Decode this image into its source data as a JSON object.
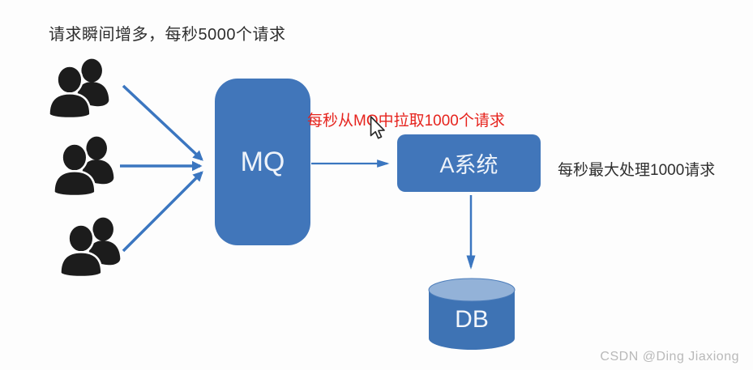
{
  "captions": {
    "top": "请求瞬间增多，每秒5000个请求",
    "pull_rate": "每秒从MQ中拉取1000个请求",
    "process_rate": "每秒最大处理1000请求"
  },
  "nodes": {
    "mq": {
      "label": "MQ"
    },
    "system_a": {
      "label": "A系统"
    },
    "db": {
      "label": "DB"
    }
  },
  "producers": {
    "count": 3,
    "icon": "users-group-icon"
  },
  "cursor": {
    "icon": "mouse-pointer-icon"
  },
  "colors": {
    "node_fill": "#4176ba",
    "db_body_fill": "#3e73b4",
    "db_top_fill": "#93b2d8",
    "arrow": "#3b76c0",
    "pull_rate_text": "#e6231d",
    "caption_text": "#2e2e2e",
    "icon_fill": "#1c1c1c",
    "watermark_text": "#b9b9b9"
  },
  "watermark": "CSDN @Ding Jiaxiong"
}
